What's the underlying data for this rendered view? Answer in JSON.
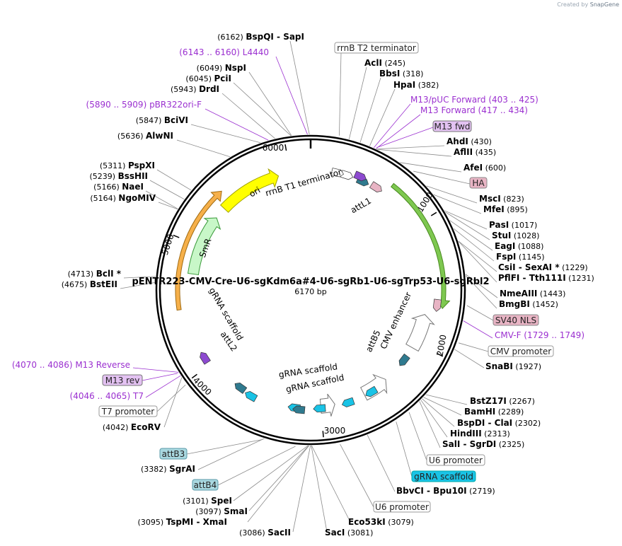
{
  "credit": {
    "prefix": "Created by",
    "brand": "SnapGene"
  },
  "plasmid": {
    "name": "pENTR223-CMV-Cre-U6-sgKdm6a#4-U6-sgRb1-U6-sgTrp53-U6-sgRbl2",
    "size": "6170 bp"
  },
  "ruler": [
    "1000",
    "2000",
    "3000",
    "4000",
    "5000",
    "6000"
  ],
  "labels_left": [
    {
      "id": "bspqi",
      "pos": "(6162)",
      "name": "BspQI",
      "extra": "-  SapI"
    },
    {
      "id": "l4440",
      "range": "(6143 .. 6160)",
      "name": "L4440",
      "kind": "primer"
    },
    {
      "id": "nspi",
      "pos": "(6049)",
      "name": "NspI"
    },
    {
      "id": "pcii",
      "pos": "(6045)",
      "name": "PciI"
    },
    {
      "id": "drdi",
      "pos": "(5943)",
      "name": "DrdI"
    },
    {
      "id": "pbr322",
      "range": "(5890 .. 5909)",
      "name": "pBR322ori-F",
      "kind": "primer"
    },
    {
      "id": "bcivi",
      "pos": "(5847)",
      "name": "BciVI"
    },
    {
      "id": "alwni",
      "pos": "(5636)",
      "name": "AlwNI"
    },
    {
      "id": "pspxi",
      "pos": "(5311)",
      "name": "PspXI"
    },
    {
      "id": "bsshii",
      "pos": "(5239)",
      "name": "BssHII"
    },
    {
      "id": "naei",
      "pos": "(5166)",
      "name": "NaeI"
    },
    {
      "id": "ngomiv",
      "pos": "(5164)",
      "name": "NgoMIV"
    },
    {
      "id": "bcli",
      "pos": "(4713)",
      "name": "BclI *"
    },
    {
      "id": "bsteii",
      "pos": "(4675)",
      "name": "BstEII"
    },
    {
      "id": "m13rev",
      "range": "(4070 .. 4086)",
      "name": "M13 Reverse",
      "kind": "primer"
    },
    {
      "id": "t7",
      "range": "(4046 .. 4065)",
      "name": "T7",
      "kind": "primer"
    },
    {
      "id": "ecorv",
      "pos": "(4042)",
      "name": "EcoRV"
    },
    {
      "id": "sgrai",
      "pos": "(3382)",
      "name": "SgrAI"
    },
    {
      "id": "spei",
      "pos": "(3101)",
      "name": "SpeI"
    },
    {
      "id": "smai",
      "pos": "(3097)",
      "name": "SmaI"
    },
    {
      "id": "tspmi",
      "pos": "(3095)",
      "name": "TspMI",
      "extra": "-  XmaI"
    },
    {
      "id": "sacii",
      "pos": "(3086)",
      "name": "SacII"
    }
  ],
  "labels_right": [
    {
      "id": "acli",
      "pos": "(245)",
      "name": "AclI"
    },
    {
      "id": "bbsi",
      "pos": "(318)",
      "name": "BbsI"
    },
    {
      "id": "hpai",
      "pos": "(382)",
      "name": "HpaI"
    },
    {
      "id": "m13puc",
      "range": "(403 .. 425)",
      "name": "M13/pUC Forward",
      "kind": "primer"
    },
    {
      "id": "m13fwd",
      "range": "(417 .. 434)",
      "name": "M13 Forward",
      "kind": "primer"
    },
    {
      "id": "ahdi",
      "pos": "(430)",
      "name": "AhdI"
    },
    {
      "id": "aflii",
      "pos": "(435)",
      "name": "AflII"
    },
    {
      "id": "afei",
      "pos": "(600)",
      "name": "AfeI"
    },
    {
      "id": "msci",
      "pos": "(823)",
      "name": "MscI"
    },
    {
      "id": "mfei",
      "pos": "(895)",
      "name": "MfeI"
    },
    {
      "id": "pasi",
      "pos": "(1017)",
      "name": "PasI"
    },
    {
      "id": "stui",
      "pos": "(1028)",
      "name": "StuI"
    },
    {
      "id": "eagi",
      "pos": "(1088)",
      "name": "EagI"
    },
    {
      "id": "fspi",
      "pos": "(1145)",
      "name": "FspI"
    },
    {
      "id": "csii",
      "pos": "(1229)",
      "name": "CsiI",
      "extra": "-  SexAI *"
    },
    {
      "id": "pflfi",
      "pos": "(1231)",
      "name": "PflFI",
      "extra": "-  Tth111I"
    },
    {
      "id": "nmeaiii",
      "pos": "(1443)",
      "name": "NmeAIII"
    },
    {
      "id": "bmgbi",
      "pos": "(1452)",
      "name": "BmgBI"
    },
    {
      "id": "cmvf",
      "range": "(1729 .. 1749)",
      "name": "CMV-F",
      "kind": "primer"
    },
    {
      "id": "snabi",
      "pos": "(1927)",
      "name": "SnaBI"
    },
    {
      "id": "bstz17i",
      "pos": "(2267)",
      "name": "BstZ17I"
    },
    {
      "id": "bamhi",
      "pos": "(2289)",
      "name": "BamHI"
    },
    {
      "id": "bspdi",
      "pos": "(2302)",
      "name": "BspDI",
      "extra": "-  ClaI"
    },
    {
      "id": "hindiii",
      "pos": "(2313)",
      "name": "HindIII"
    },
    {
      "id": "sali",
      "pos": "(2325)",
      "name": "SalI",
      "extra": "-  SgrDI"
    },
    {
      "id": "bbvci",
      "pos": "(2719)",
      "name": "BbvCI",
      "extra": "-  Bpu10I"
    },
    {
      "id": "eco53ki",
      "pos": "(3079)",
      "name": "Eco53kI"
    },
    {
      "id": "saci",
      "pos": "(3081)",
      "name": "SacI"
    }
  ],
  "boxed_features": [
    {
      "id": "rrnbt2",
      "text": "rrnB T2 terminator",
      "style": "plain"
    },
    {
      "id": "m13fwdbox",
      "text": "M13 fwd",
      "style": "violet"
    },
    {
      "id": "ha",
      "text": "HA",
      "style": "pink"
    },
    {
      "id": "sv40",
      "text": "SV40 NLS",
      "style": "pink"
    },
    {
      "id": "cmvprom",
      "text": "CMV promoter",
      "style": "plain"
    },
    {
      "id": "u6a",
      "text": "U6 promoter",
      "style": "plain"
    },
    {
      "id": "grnabox",
      "text": "gRNA scaffold",
      "style": "cyan"
    },
    {
      "id": "u6b",
      "text": "U6 promoter",
      "style": "plain"
    },
    {
      "id": "attb4",
      "text": "attB4",
      "style": "teal"
    },
    {
      "id": "attb3",
      "text": "attB3",
      "style": "teal"
    },
    {
      "id": "t7prom",
      "text": "T7 promoter",
      "style": "plain"
    },
    {
      "id": "m13revbox",
      "text": "M13 rev",
      "style": "violet"
    }
  ],
  "inner_labels": {
    "ori": "ori",
    "smr": "SmR",
    "rrnbt1": "rrnB T1 terminator",
    "attl1": "attL1",
    "grna_left": "gRNA scaffold",
    "attl2": "attL2",
    "grna_mid1": "gRNA scaffold",
    "grna_mid2": "gRNA scaffold",
    "cmvenh": "CMV enhancer",
    "attb5": "attB5"
  },
  "colors": {
    "restriction": "#000000",
    "primer": "#9b30d0",
    "ori": "#ffff00",
    "smr": "#c8f7c8",
    "cre": "#7ec850",
    "teal": "#2f7a8f",
    "cyan": "#19c3e6",
    "promoter": "#ffffff",
    "pink": "#e8b4c4",
    "violet": "#e3c2f2"
  }
}
